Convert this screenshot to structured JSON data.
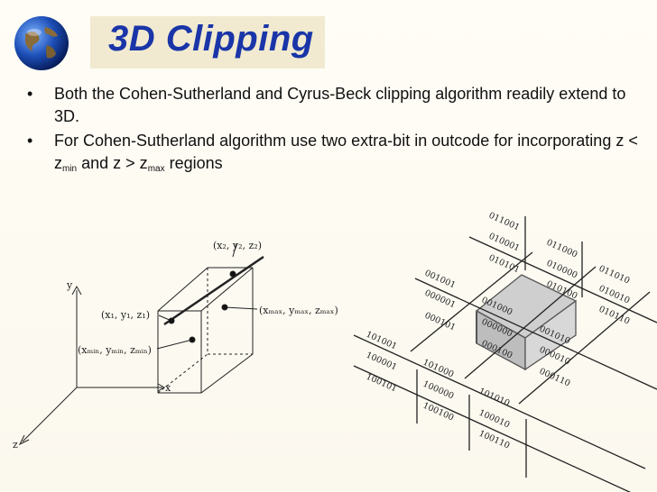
{
  "title": "3D Clipping",
  "bullets": [
    {
      "text": "Both the Cohen-Sutherland and Cyrus-Beck clipping algorithm readily extend to 3D."
    },
    {
      "prefix": "For Cohen-Sutherland algorithm use two extra-bit in outcode for incorporating z < z",
      "sub1": "min",
      "mid": " and z > z",
      "sub2": "max",
      "suffix": " regions"
    }
  ],
  "left_figure": {
    "axis_y": "y",
    "axis_x": "x",
    "axis_z": "z",
    "p2": "(x₂, y₂, z₂)",
    "p1": "(x₁, y₁, z₁)",
    "pmax": "(xₘₐₓ, yₘₐₓ, zₘₐₓ)",
    "pmin": "(xₘᵢₙ, yₘᵢₙ, zₘᵢₙ)"
  },
  "outcodes": {
    "top": [
      "011001",
      "010001",
      "010101",
      "011000",
      "010000",
      "010100",
      "011010",
      "010010",
      "010110"
    ],
    "middle": [
      "001001",
      "000001",
      "000101",
      "001000",
      "000000",
      "000100",
      "001010",
      "000010",
      "000110"
    ],
    "bottom": [
      "101001",
      "100001",
      "100101",
      "101000",
      "100000",
      "100100",
      "101010",
      "100010",
      "100110"
    ]
  }
}
